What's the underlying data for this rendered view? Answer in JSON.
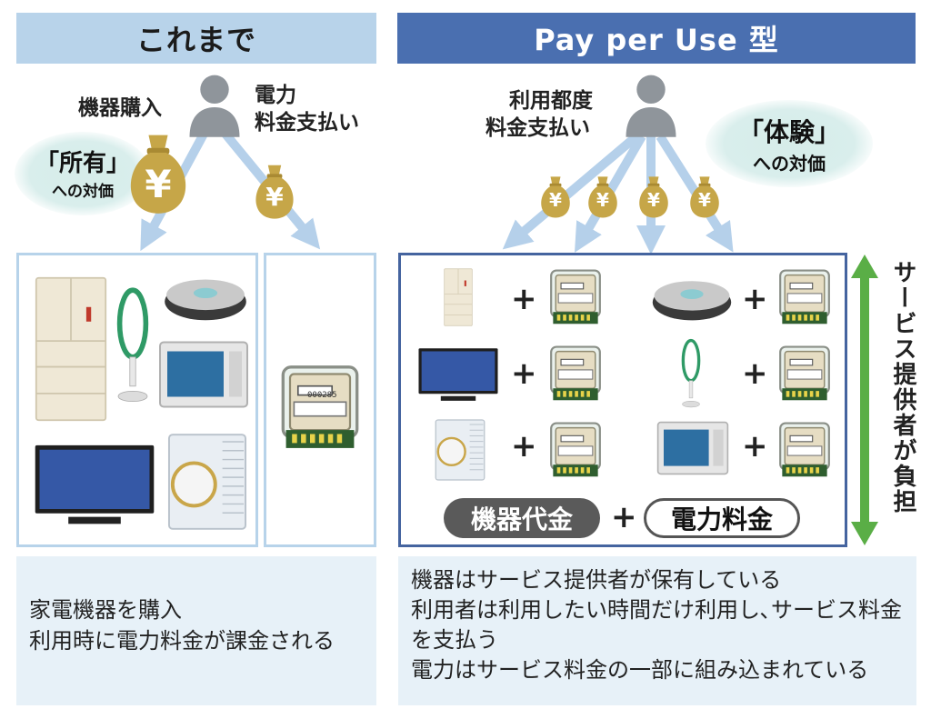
{
  "left": {
    "header": "これまで",
    "purchase_label": "機器購入",
    "power_label_1": "電力",
    "power_label_2": "料金支払い",
    "ownership_1": "「所有」",
    "ownership_2": "への対価",
    "yen": "¥",
    "meter_display": "000285",
    "notes": [
      "家電機器を購入",
      "利用時に電力料金が課金される"
    ]
  },
  "right": {
    "header": "Pay per Use 型",
    "usage_label_1": "利用都度",
    "usage_label_2": "料金支払い",
    "experience_1": "「体験」",
    "experience_2": "への対価",
    "yen": "¥",
    "plus": "+",
    "device_fee": "機器代金",
    "power_fee": "電力料金",
    "provider_bears": "サービス提供者が負担",
    "notes": [
      "機器はサービス提供者が保有している",
      "利用者は利用したい時間だけ利用し､サービス料金を支払う",
      "電力はサービス料金の一部に組み込まれている"
    ]
  },
  "colors": {
    "left_header": "#b8d3ea",
    "right_header": "#4a6fb0",
    "arrow": "#b5d0ea",
    "money_bag": "#c6a648",
    "person": "#8f959b",
    "green_arrow": "#5aae46",
    "note_bg": "#e7f1f8"
  }
}
